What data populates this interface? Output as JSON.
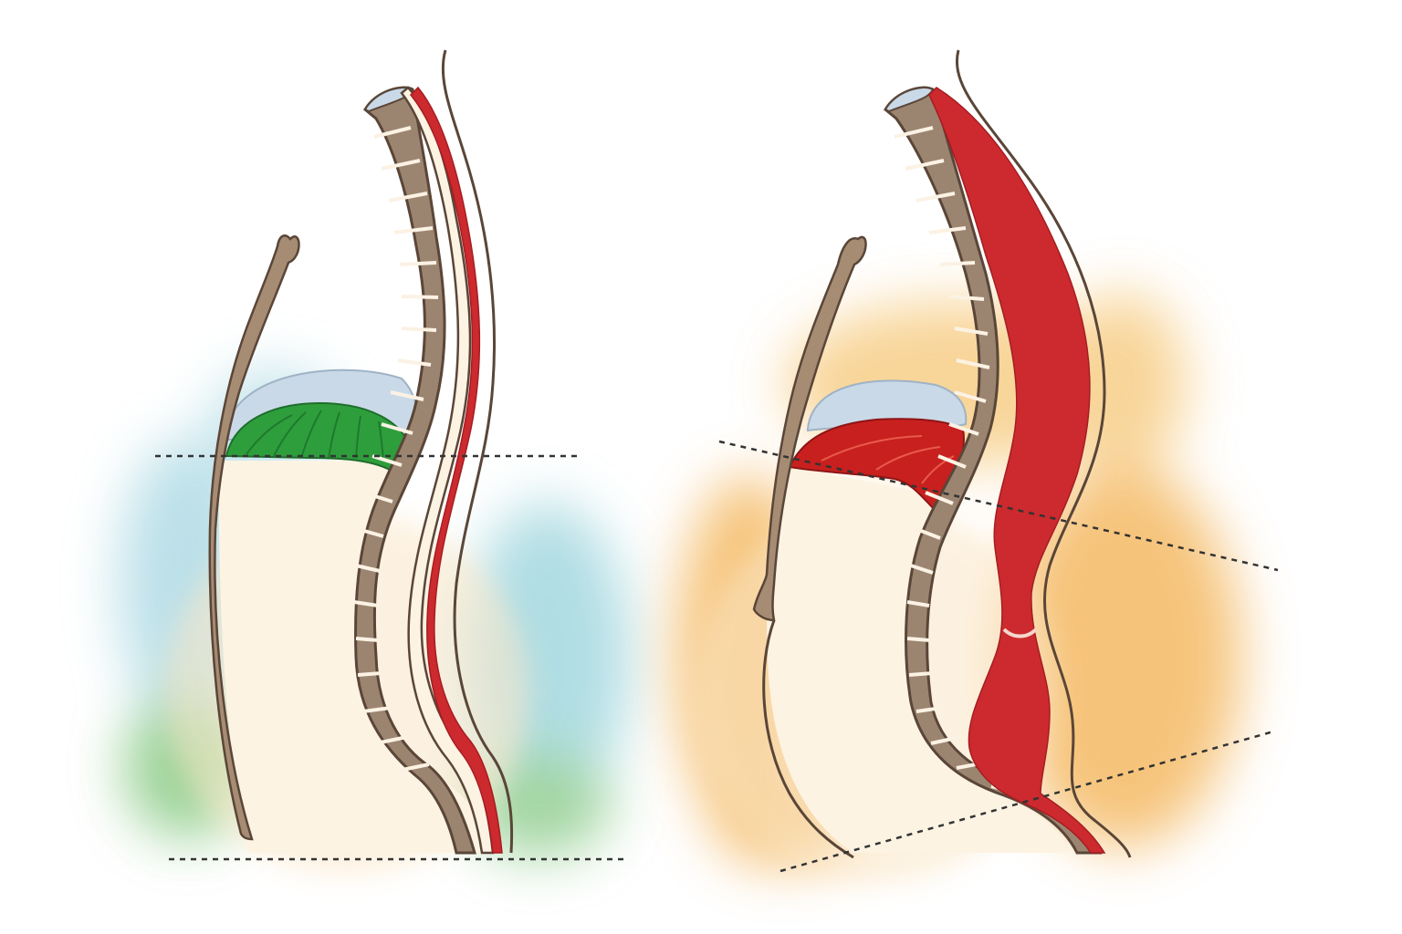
{
  "figure": {
    "panels": [
      {
        "id": "left",
        "state": "aligned",
        "diaphragm_color": "#2e9e3c",
        "wash_color": "#8fcfd8",
        "wash_color_2": "#6fbf6a"
      },
      {
        "id": "right",
        "state": "tilted",
        "diaphragm_color": "#c8201f",
        "wash_color": "#f3b04f",
        "wash_color_2": "#f6c777"
      }
    ],
    "colors": {
      "outline": "#5a4638",
      "vertebra": "#9c8570",
      "vertebra_dark": "#7e6a57",
      "muscle": "#cc2a2e",
      "muscle_dark": "#a51d22",
      "lung": "#c9d9e8",
      "torso": "#fdf3e3",
      "sternum": "#a78c74",
      "guide_line": "#333333"
    }
  }
}
